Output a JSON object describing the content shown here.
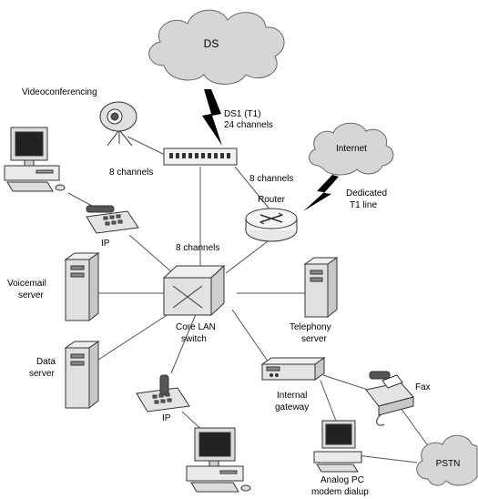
{
  "clouds": {
    "ds": "DS",
    "internet": "Internet",
    "pstn": "PSTN"
  },
  "labels": {
    "videoconferencing": "Videoconferencing",
    "ds1_line1": "DS1 (T1)",
    "ds1_line2": "24 channels",
    "channels_video": "8 channels",
    "channels_router": "8 channels",
    "channels_switch": "8 channels",
    "router": "Router",
    "dedicated_line1": "Dedicated",
    "dedicated_line2": "T1 line",
    "ip_top": "IP",
    "ip_bottom": "IP",
    "voicemail_line1": "Voicemail",
    "voicemail_line2": "server",
    "data_line1": "Data",
    "data_line2": "server",
    "core_line1": "Core LAN",
    "core_line2": "switch",
    "telephony_line1": "Telephony",
    "telephony_line2": "server",
    "gateway_line1": "Internal",
    "gateway_line2": "gateway",
    "fax": "Fax",
    "analog_line1": "Analog PC",
    "analog_line2": "modem dialup"
  }
}
